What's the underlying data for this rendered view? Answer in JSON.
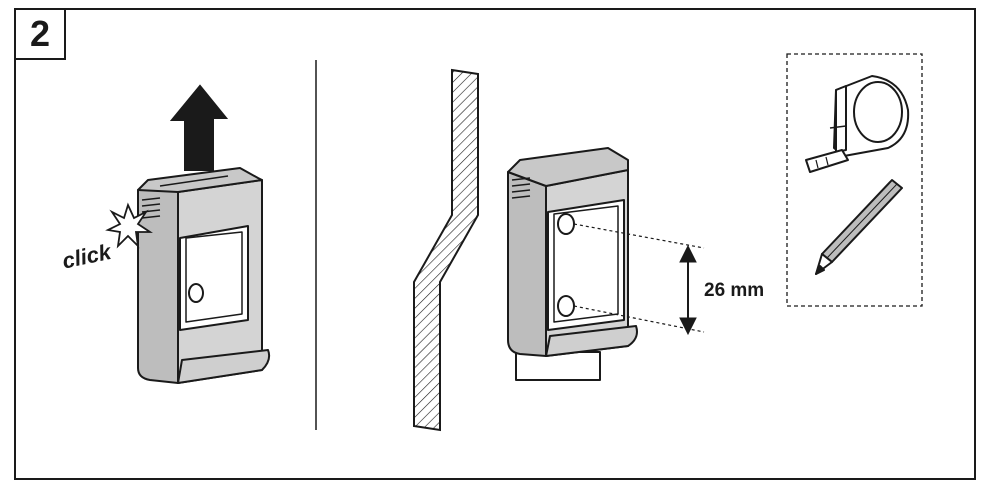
{
  "step": {
    "number": "2"
  },
  "left_panel": {
    "click_label": "click"
  },
  "right_panel": {
    "measurement": "26 mm"
  },
  "tools": [
    "tape-measure",
    "pencil"
  ],
  "colors": {
    "line": "#1a1a1a",
    "holder_fill": "#cfcfcf",
    "holder_dark": "#9a9a9a",
    "white": "#ffffff"
  }
}
